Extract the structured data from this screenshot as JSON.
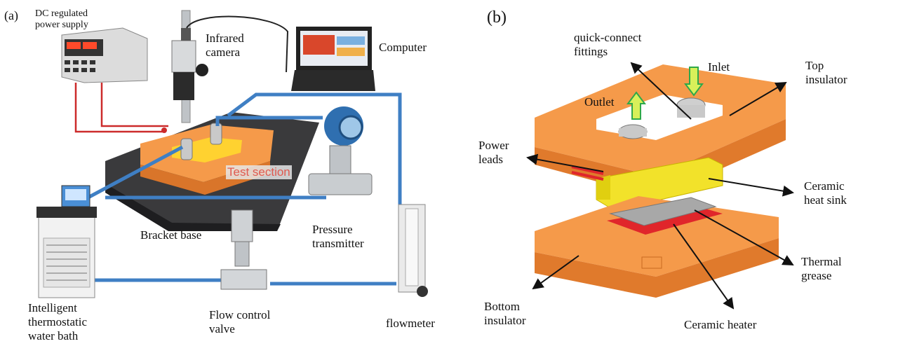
{
  "panel_a": {
    "tag": "(a)",
    "labels": {
      "dc_power": "DC regulated\npower supply",
      "ir_camera": "Infrared\ncamera",
      "computer": "Computer",
      "test_section": "Test section",
      "bracket_base": "Bracket base",
      "pressure_transmitter": "Pressure\ntransmitter",
      "water_bath": "Intelligent\nthermostatic\nwater bath",
      "flow_valve": "Flow control\nvalve",
      "flowmeter": "flowmeter"
    }
  },
  "panel_b": {
    "tag": "(b)",
    "labels": {
      "fittings": "quick-connect\nfittings",
      "inlet": "Inlet",
      "outlet": "Outlet",
      "top_insulator": "Top\ninsulator",
      "power_leads": "Power\nleads",
      "heat_sink": "Ceramic\nheat sink",
      "thermal_grease": "Thermal\ngrease",
      "bottom_insulator": "Bottom\ninsulator",
      "ceramic_heater": "Ceramic heater"
    }
  },
  "colors": {
    "tube_blue": "#3f7fc4",
    "insulator_orange": "#f5a05a",
    "heat_sink_yellow": "#f2e22a",
    "heater_red": "#e0262b",
    "wire_red": "#cc2b2b",
    "arrow_green": "#2ea84a"
  }
}
